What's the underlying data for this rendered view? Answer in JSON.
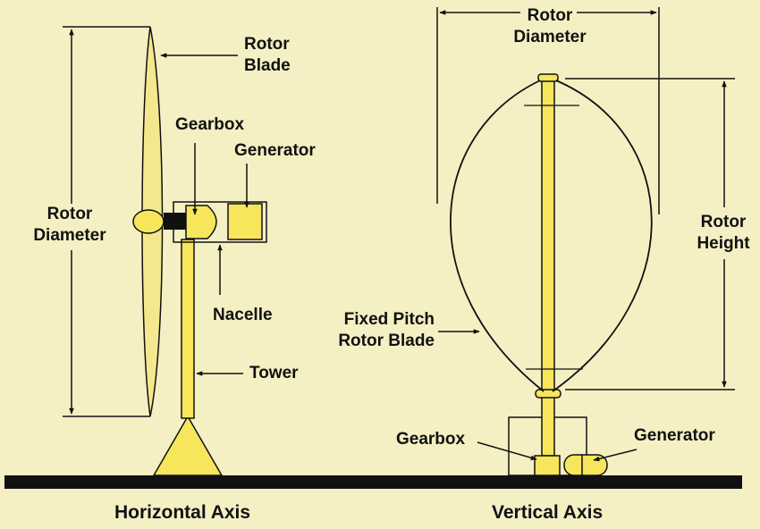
{
  "colors": {
    "background": "#f5efc4",
    "component_fill": "#f7e55b",
    "blade_fill": "#f3e88e",
    "outline": "#111111",
    "ground": "#111111"
  },
  "horizontal_axis": {
    "caption": "Horizontal Axis",
    "labels": {
      "rotor_blade": "Rotor\nBlade",
      "gearbox": "Gearbox",
      "generator": "Generator",
      "rotor_diameter": "Rotor\nDiameter",
      "nacelle": "Nacelle",
      "tower": "Tower"
    }
  },
  "vertical_axis": {
    "caption": "Vertical Axis",
    "labels": {
      "rotor_diameter": "Rotor\nDiameter",
      "rotor_height": "Rotor\nHeight",
      "fixed_pitch_blade": "Fixed Pitch\nRotor Blade",
      "gearbox": "Gearbox",
      "generator": "Generator"
    }
  }
}
